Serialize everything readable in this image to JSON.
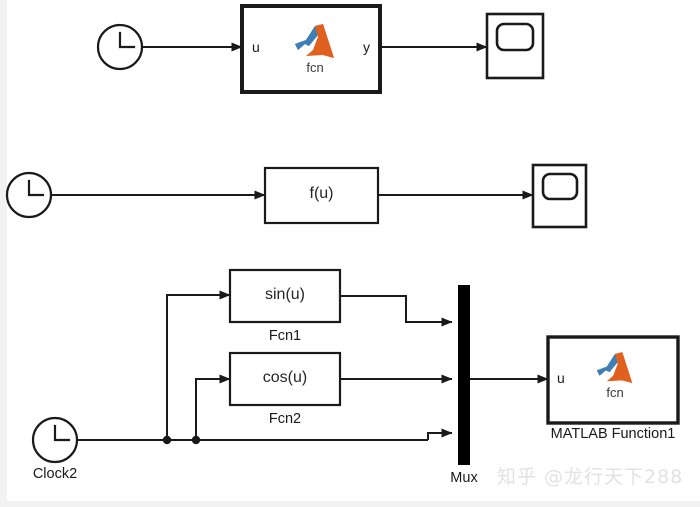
{
  "diagram": {
    "title": "Simulink block diagram",
    "background_color": "#ffffff",
    "line_color": "#1a1a1a",
    "rows": [
      {
        "id": "row1",
        "description": "Clock to MATLAB Function to Scope"
      },
      {
        "id": "row2",
        "description": "Clock to Fcn f(u) to Scope"
      },
      {
        "id": "row3",
        "description": "Clock2 to Fcn1 sin(u) and Fcn2 cos(u) into Mux into MATLAB Function1"
      }
    ]
  },
  "blocks": {
    "clock1": {
      "name": "Clock",
      "label": ""
    },
    "matlab_function": {
      "name": "MATLAB Function",
      "input_port": "u",
      "output_port": "y",
      "icon_label": "fcn",
      "label": ""
    },
    "scope1": {
      "name": "Scope",
      "label": ""
    },
    "clock2": {
      "name": "Clock",
      "label": ""
    },
    "fcn": {
      "name": "Fcn",
      "expression": "f(u)",
      "label": ""
    },
    "scope2": {
      "name": "Scope",
      "label": ""
    },
    "clock3": {
      "name": "Clock2",
      "label": "Clock2"
    },
    "fcn1": {
      "name": "Fcn1",
      "expression": "sin(u)",
      "label": "Fcn1"
    },
    "fcn2": {
      "name": "Fcn2",
      "expression": "cos(u)",
      "label": "Fcn2"
    },
    "mux": {
      "name": "Mux",
      "label": "Mux",
      "inputs": 3
    },
    "matlab_function1": {
      "name": "MATLAB Function1",
      "input_port": "u",
      "icon_label": "fcn",
      "label": "MATLAB Function1"
    }
  },
  "icons": {
    "clock": "clock-icon",
    "scope": "scope-icon",
    "matlab": "matlab-logo-icon",
    "mux": "mux-bar-icon",
    "arrow": "arrow-head-icon",
    "junction": "signal-junction-dot"
  },
  "colors": {
    "matlab_blue": "#2f6fa8",
    "matlab_blue_light": "#4a8fc4",
    "matlab_orange": "#e0601f",
    "matlab_orange_dark": "#c94f10",
    "line": "#1a1a1a",
    "block_border": "#1a1a1a",
    "watermark": "#e2e2e2",
    "edge_strip": "#f2f2f2"
  },
  "watermark": {
    "text": "知乎 @龙行天下288"
  }
}
